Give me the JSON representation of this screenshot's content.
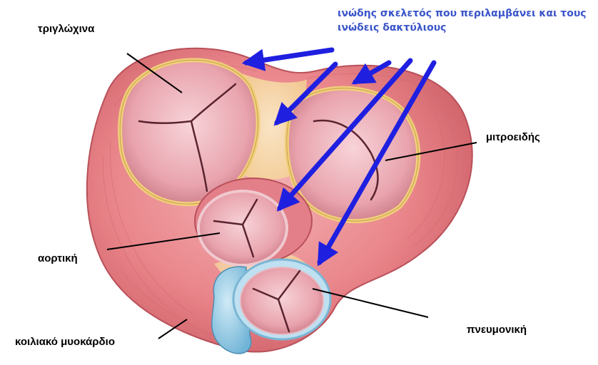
{
  "labels": {
    "tricuspid": "τριγλώχινα",
    "mitral": "μιτροειδής",
    "aortic": "αορτική",
    "ventricular_myocardium": "κοιλιακό μυοκάρδιο",
    "pulmonary": "πνευμονική"
  },
  "callout": {
    "line1": "ινώδης σκελετός που περιλαμβάνει και τους",
    "line2": "ινώδεις δακτύλιους"
  },
  "colors": {
    "callout_text": "#3a55c9",
    "arrow": "#1f1fe0",
    "muscle": "#e9858a",
    "muscle_dark": "#c95a62",
    "fibrous": "#f6dca8",
    "annulus": "#f1cf7a",
    "cusp": "#e9a4ae",
    "pulmonary_ring": "#9fd0ea"
  }
}
